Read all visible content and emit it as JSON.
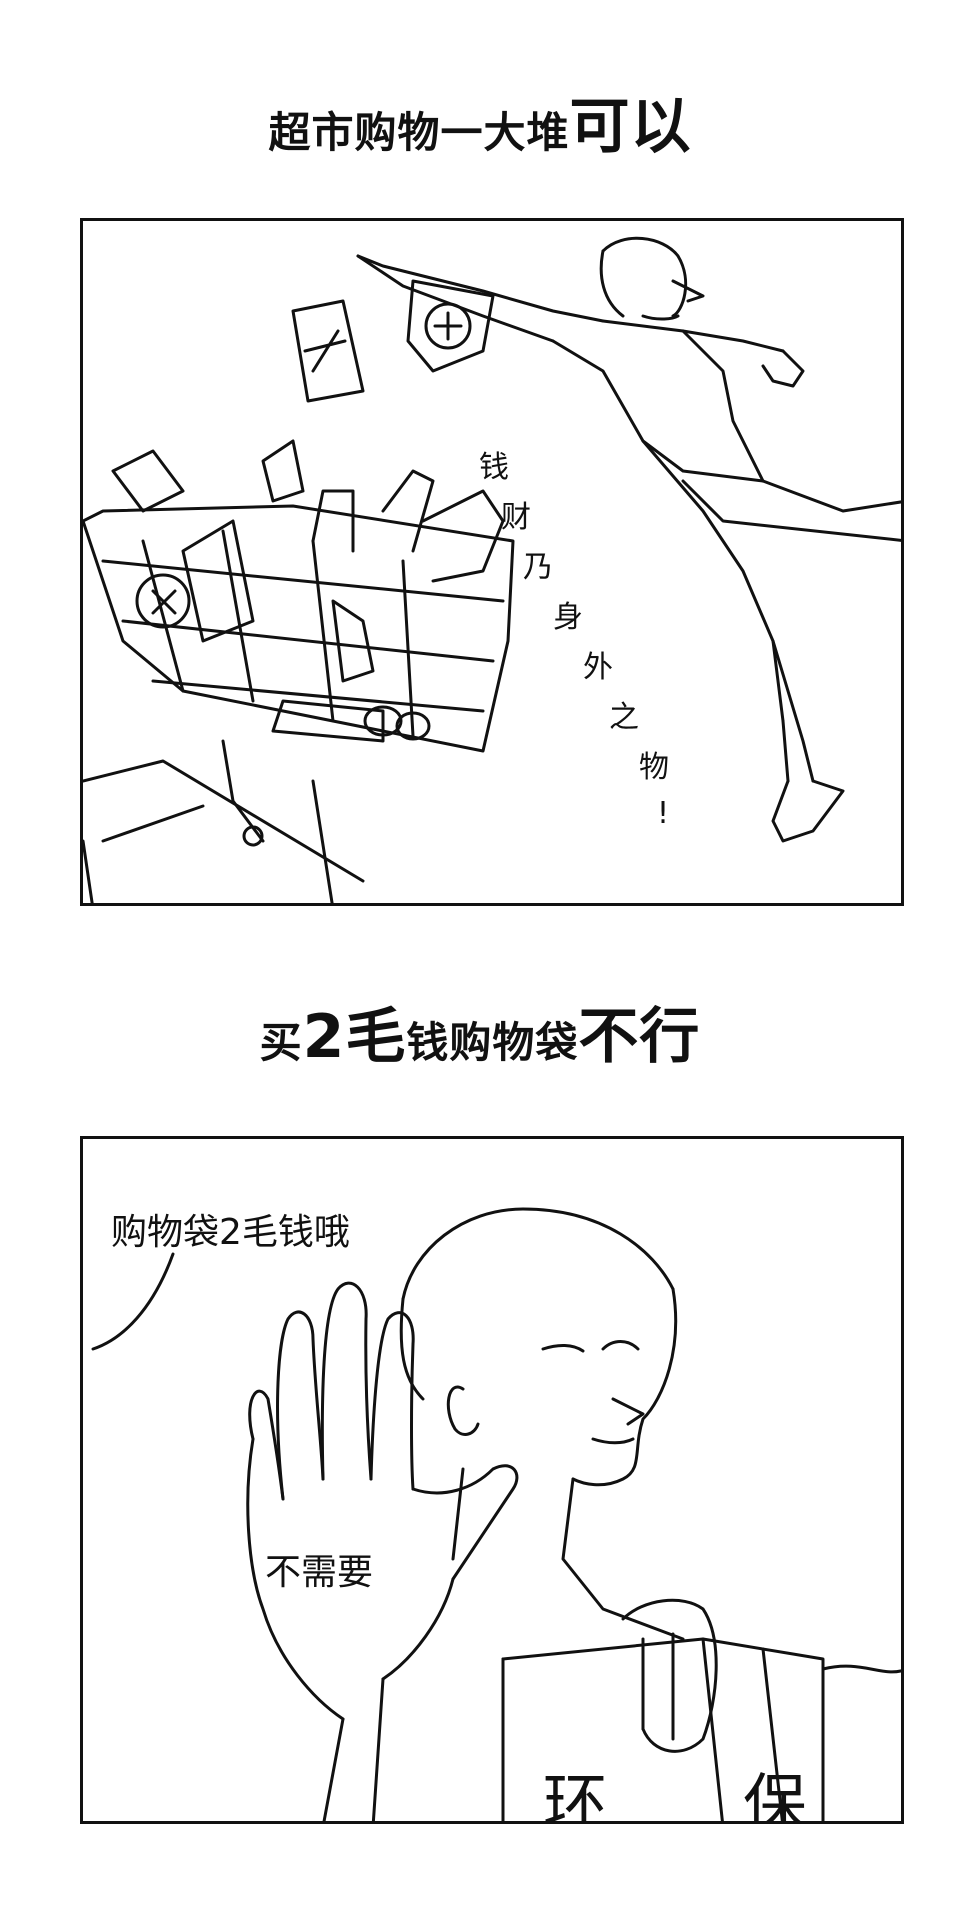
{
  "heading1": {
    "small": "超市购物一大堆",
    "large": "可以"
  },
  "heading2": {
    "part1": "买",
    "part2": "2毛",
    "part3": "钱购物袋",
    "part4": "不行"
  },
  "panel1": {
    "vertical_chars": [
      "钱",
      "财",
      "乃",
      "身",
      "外",
      "之",
      "物",
      "!"
    ]
  },
  "panel2": {
    "speech": "购物袋2毛钱哦",
    "reply": "不需要",
    "bag_chars": [
      "环",
      "保"
    ]
  },
  "colors": {
    "ink": "#111111",
    "paper": "#ffffff"
  }
}
